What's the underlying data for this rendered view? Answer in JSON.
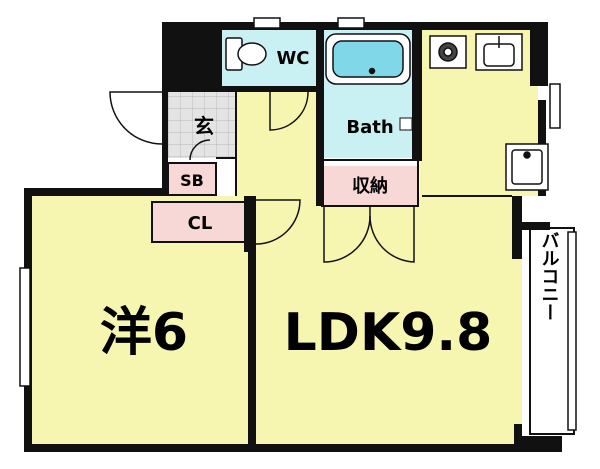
{
  "rooms": {
    "wc": "WC",
    "bath": "Bath",
    "entrance": "玄",
    "shoe_box": "SB",
    "closet": "CL",
    "storage": "収納",
    "western_room": "洋6",
    "ldk": "LDK9.8",
    "balcony": "バルコニー"
  },
  "colors": {
    "living_floor": "#f7f6b0",
    "wet_area": "#c9f0f2",
    "storage_pink": "#f8d7d7",
    "entrance_tile": "#dcdcdc",
    "wall": "#111111"
  },
  "icons": [
    "toilet-icon",
    "bathtub-icon",
    "stove-icon",
    "sink-icon",
    "washer-pan-icon"
  ]
}
